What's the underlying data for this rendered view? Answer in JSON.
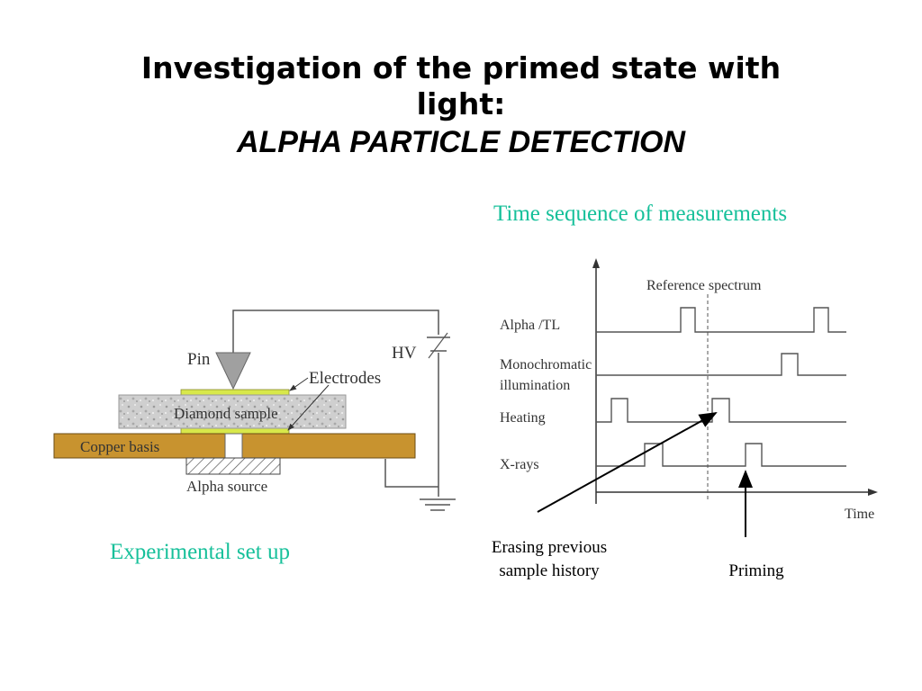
{
  "slide": {
    "title_line1": "Investigation of the primed state with",
    "title_line1b": "light:",
    "title_line2": "ALPHA PARTICLE DETECTION",
    "caption_timeseq": "Time sequence of measurements",
    "caption_setup": "Experimental set up",
    "note_erasing_1": "Erasing  previous",
    "note_erasing_2": "sample history",
    "note_priming": "Priming"
  },
  "setup": {
    "pin": "Pin",
    "electrodes": "Electrodes",
    "diamond": "Diamond sample",
    "copper": "Copper basis",
    "alpha_source": "Alpha source",
    "hv": "HV"
  },
  "timing": {
    "reference": "Reference spectrum",
    "time_axis": "Time",
    "rows": {
      "alpha_tl": "Alpha /TL",
      "mono_1": "Monochromatic",
      "mono_2": "illumination",
      "heating": "Heating",
      "xrays": "X-rays"
    }
  },
  "colors": {
    "caption": "#16c09a",
    "copper": "#c8932f",
    "electrode": "#d8e84a",
    "diamond": "#c9c9c9"
  }
}
